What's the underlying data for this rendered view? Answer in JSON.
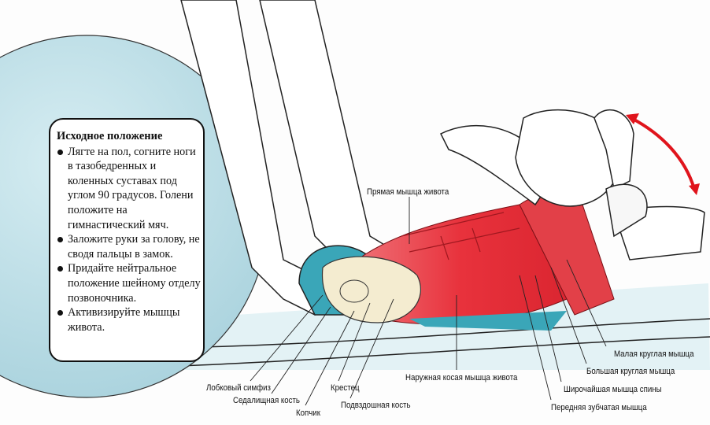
{
  "info_box": {
    "title": "Исходное положение",
    "items": [
      "Лягте на пол, согните ноги в тазобедренных и коленных суставах под углом 90 градусов. Голени положите на гимнастический мяч.",
      "Заложите руки за голову, не сводя пальцы в замок.",
      "Придайте нейтральное положение шейному отделу позвоночника.",
      "Активизируйте мышцы живота."
    ]
  },
  "labels": {
    "rectus_abdominis": "Прямая мышца живота",
    "teres_minor": "Малая круглая мышца",
    "teres_major": "Большая круглая мышца",
    "latissimus_dorsi": "Широчайшая мышца спины",
    "serratus_anterior": "Передняя зубчатая мышца",
    "external_oblique": "Наружная косая мышца живота",
    "pubic_symphysis": "Лобковый симфиз",
    "ischium": "Седалищная кость",
    "coccyx": "Копчик",
    "sacrum": "Крестец",
    "ilium": "Подвздошная кость"
  },
  "colors": {
    "muscle": "#e8323c",
    "ball": "#b9dde6",
    "arrow": "#e0141c",
    "floor": "#d7edf2"
  }
}
